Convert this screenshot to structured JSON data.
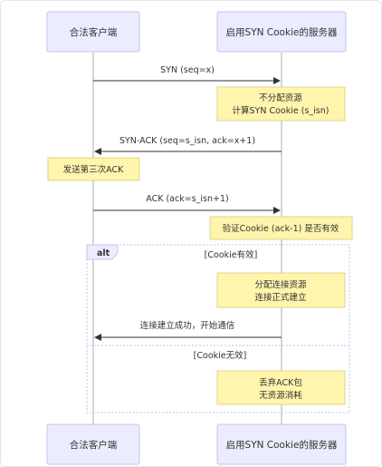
{
  "participants": {
    "client": "合法客户端",
    "server": "启用SYN Cookie的服务器"
  },
  "messages": {
    "syn": "SYN (seq=x)",
    "synack": "SYN-ACK (seq=s_isn, ack=x+1)",
    "ack": "ACK (ack=s_isn+1)",
    "established": "连接建立成功，开始通信"
  },
  "notes": {
    "no_alloc_line1": "不分配资源",
    "no_alloc_line2": "计算SYN Cookie (s_isn)",
    "send_ack": "发送第三次ACK",
    "verify": "验证Cookie (ack-1) 是否有效",
    "alloc_line1": "分配连接资源",
    "alloc_line2": "连接正式建立",
    "drop_line1": "丢弃ACK包",
    "drop_line2": "无资源消耗"
  },
  "alt": {
    "label": "alt",
    "cond_valid": "[Cookie有效]",
    "cond_invalid": "[Cookie无效]"
  },
  "colors": {
    "actor_fill": "#ececff",
    "actor_border": "#c3c3ef",
    "note_fill": "#fff5ad",
    "line": "#333333"
  }
}
